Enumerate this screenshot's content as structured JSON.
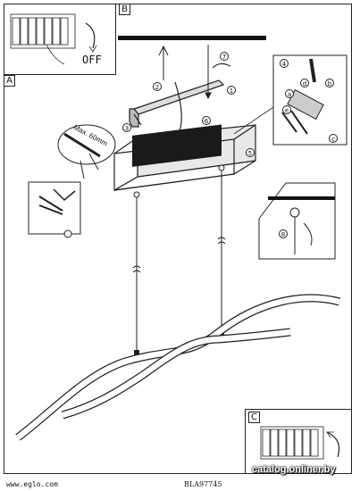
{
  "panels": {
    "tag_a": "A",
    "tag_b": "B",
    "tag_c": "C"
  },
  "switch_label": "OFF",
  "cable_label": "Max. 60mm",
  "steps": [
    "1",
    "2",
    "3",
    "4",
    "5",
    "6",
    "7",
    "8"
  ],
  "connector_letters": [
    "a",
    "b",
    "c",
    "d",
    "e"
  ],
  "footer": {
    "website": "www.eglo.com",
    "code": "BLA97745"
  },
  "watermark": "catalog.onliner.by"
}
